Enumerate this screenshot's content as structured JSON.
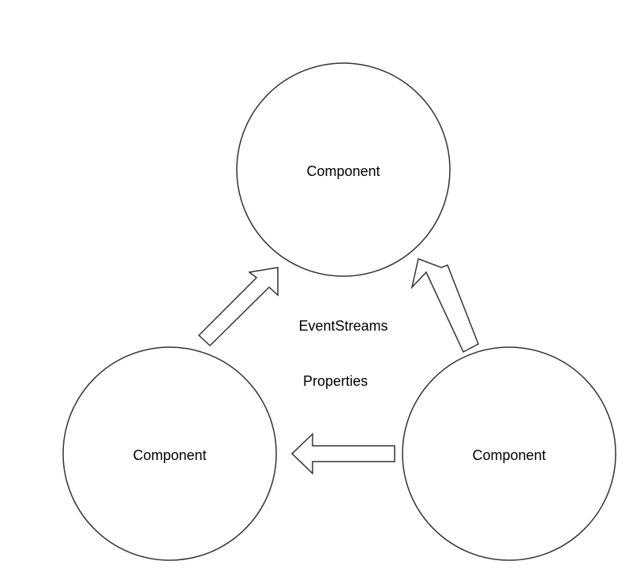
{
  "diagram": {
    "nodes": [
      {
        "id": "top",
        "label": "Component"
      },
      {
        "id": "bottom-left",
        "label": "Component"
      },
      {
        "id": "bottom-right",
        "label": "Component"
      }
    ],
    "edges": [
      {
        "from": "bottom-left",
        "to": "top"
      },
      {
        "from": "bottom-right",
        "to": "top"
      },
      {
        "from": "bottom-right",
        "to": "bottom-left"
      }
    ],
    "labels": {
      "event_streams": "EventStreams",
      "properties": "Properties"
    },
    "colors": {
      "stroke": "#333333",
      "fill": "#ffffff",
      "text": "#000000"
    }
  }
}
